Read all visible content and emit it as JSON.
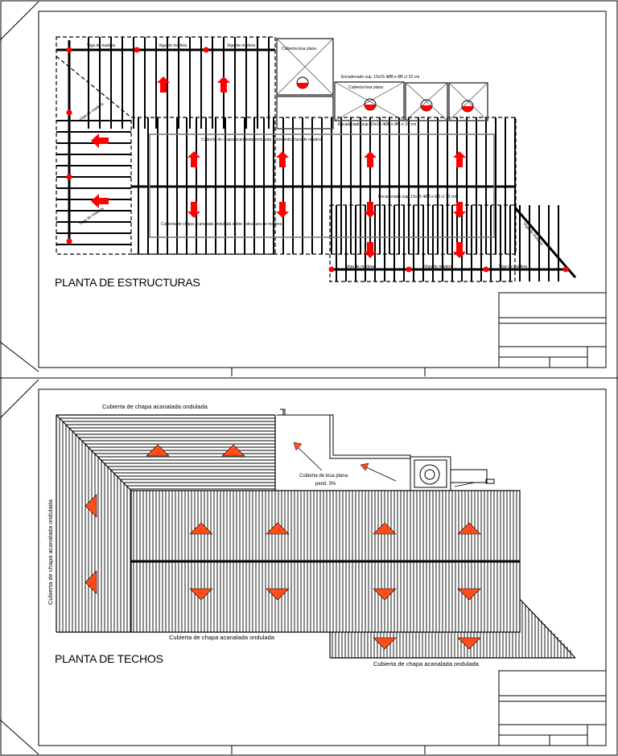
{
  "sheet_structures": {
    "title": "PLANTA DE ESTRUCTURAS",
    "labels": {
      "viga_madera": "Viga de madera",
      "cubierta_losa_plana": "Cubierta losa plana",
      "encadenado": "Encadenado sup. 15x15 4Ø8 e Ø6 c/ 20 cm",
      "cubierta_chapa_estructura": "Cubierta de chapa acanalada ondulada sobre estructura de madera"
    }
  },
  "sheet_roofs": {
    "title": "PLANTA DE TECHOS",
    "labels": {
      "chapa_top": "Cubierta de chapa acanalada ondulada",
      "chapa_left": "Cubierta de chapa acanalada ondulada",
      "chapa_bottom": "Cubierta de chapa acanalada ondulada",
      "chapa_bottom_right": "Cubierta de chapa acanalada ondulada",
      "losa_plana": "Cubierta de losa plana",
      "pendiente": "pend. 3%"
    }
  },
  "colors": {
    "arrow": "#ff0000",
    "arrow_outline": "#000000",
    "line": "#000000"
  }
}
